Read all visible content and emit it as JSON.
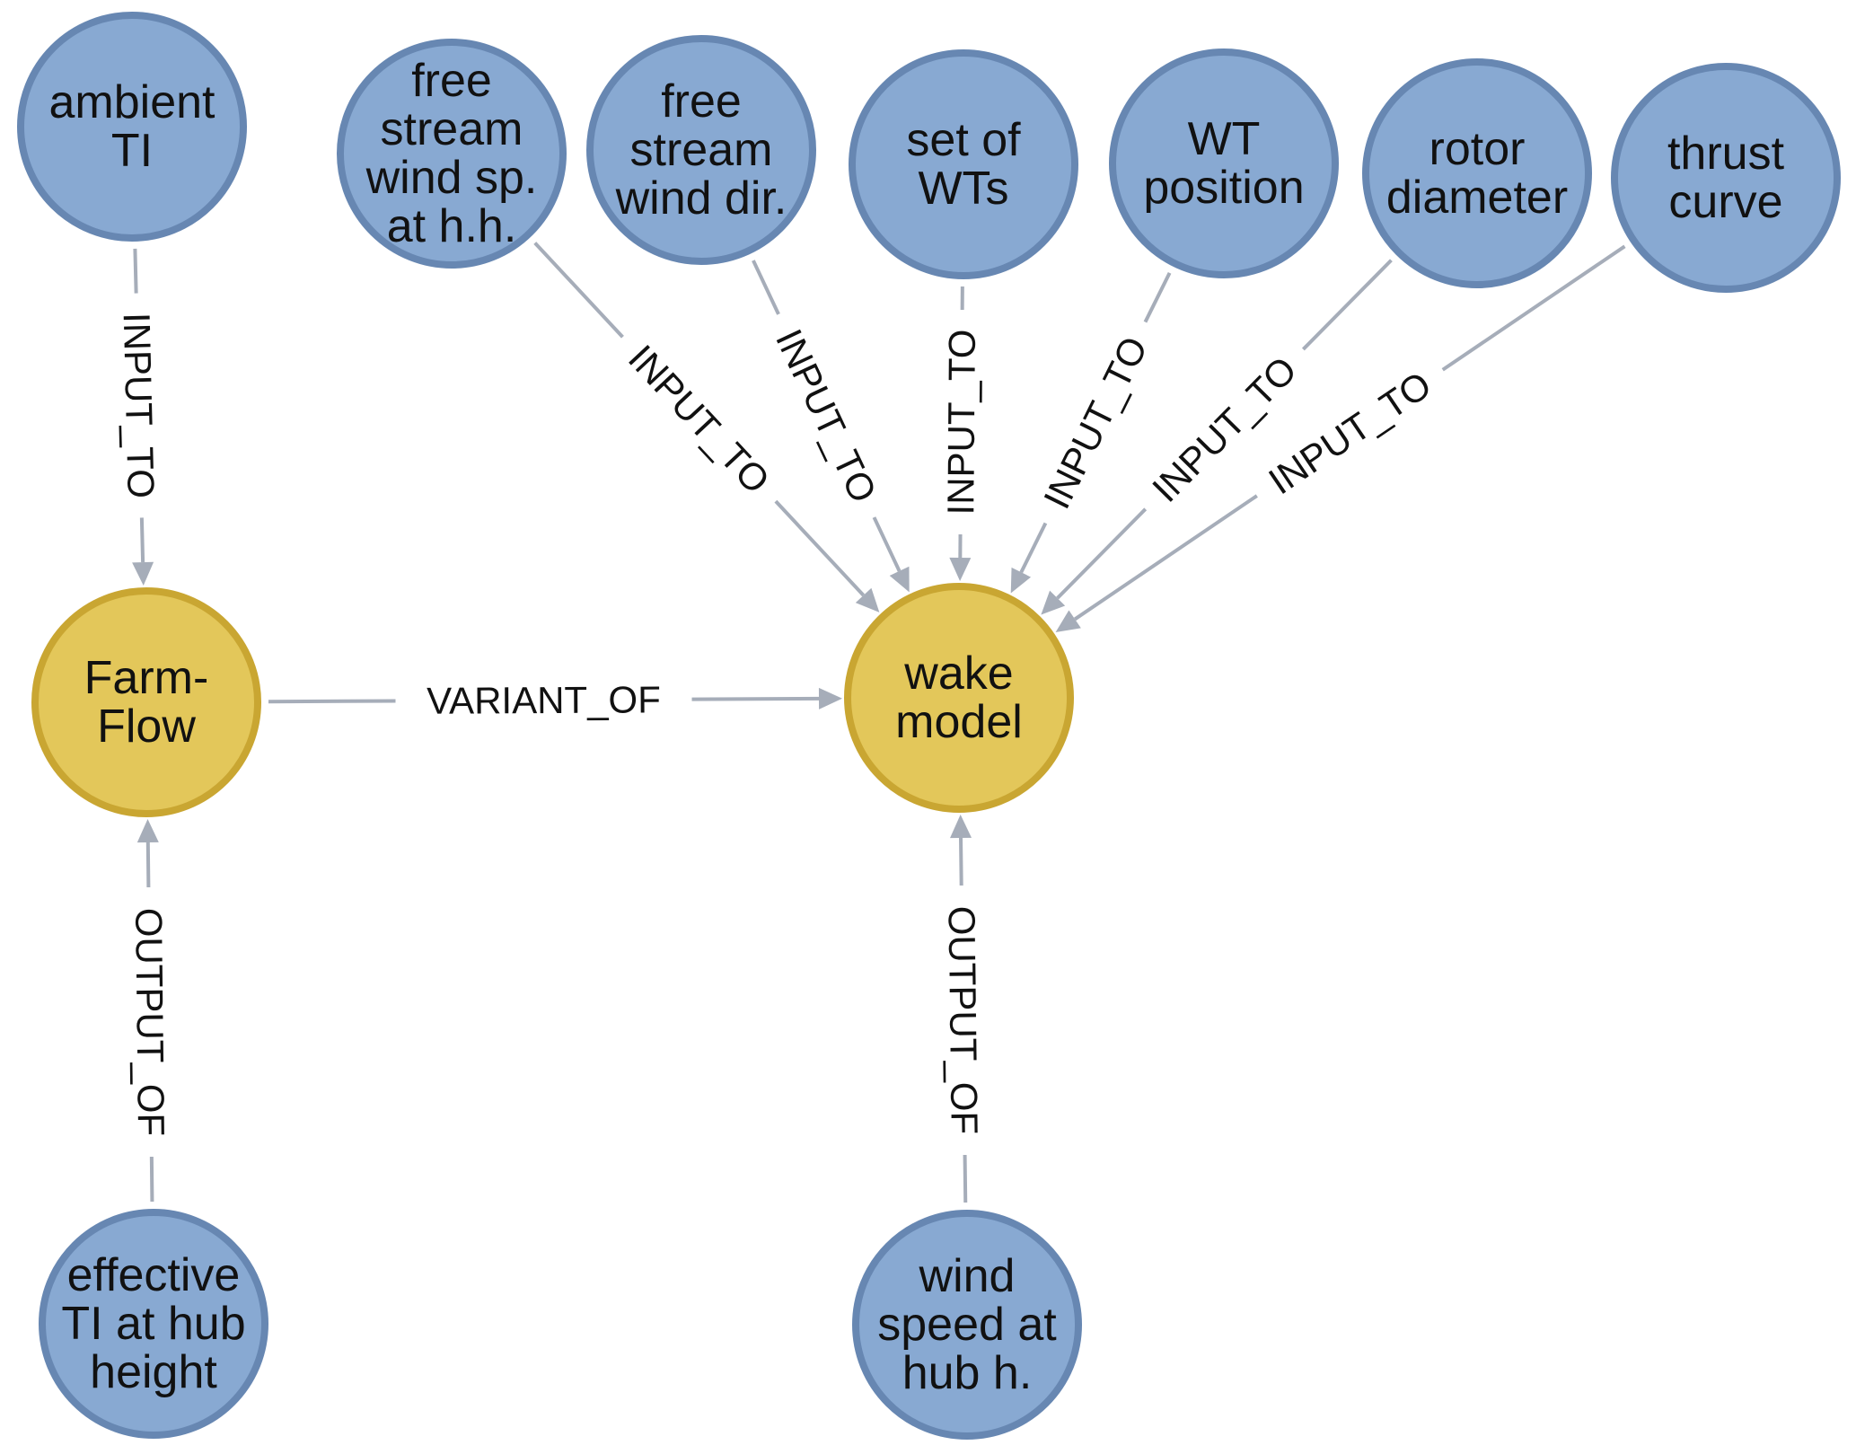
{
  "nodes": [
    {
      "id": "ambient_ti",
      "kind": "blue",
      "lines": [
        "ambient",
        "TI"
      ]
    },
    {
      "id": "free_stream_ws",
      "kind": "blue",
      "lines": [
        "free",
        "stream",
        "wind sp.",
        "at h.h."
      ]
    },
    {
      "id": "free_stream_wd",
      "kind": "blue",
      "lines": [
        "free",
        "stream",
        "wind dir."
      ]
    },
    {
      "id": "set_of_wts",
      "kind": "blue",
      "lines": [
        "set of",
        "WTs"
      ]
    },
    {
      "id": "wt_position",
      "kind": "blue",
      "lines": [
        "WT",
        "position"
      ]
    },
    {
      "id": "rotor_diameter",
      "kind": "blue",
      "lines": [
        "rotor",
        "diameter"
      ]
    },
    {
      "id": "thrust_curve",
      "kind": "blue",
      "lines": [
        "thrust",
        "curve"
      ]
    },
    {
      "id": "farm_flow",
      "kind": "gold",
      "lines": [
        "Farm-",
        "Flow"
      ]
    },
    {
      "id": "wake_model",
      "kind": "gold",
      "lines": [
        "wake",
        "model"
      ]
    },
    {
      "id": "effective_ti",
      "kind": "blue",
      "lines": [
        "effective",
        "TI at hub",
        "height"
      ]
    },
    {
      "id": "wind_speed_hub",
      "kind": "blue",
      "lines": [
        "wind",
        "speed at",
        "hub h."
      ]
    }
  ],
  "edges": [
    {
      "from": "ambient_ti",
      "to": "farm_flow",
      "label": "INPUT_TO"
    },
    {
      "from": "free_stream_ws",
      "to": "wake_model",
      "label": "INPUT_TO"
    },
    {
      "from": "free_stream_wd",
      "to": "wake_model",
      "label": "INPUT_TO"
    },
    {
      "from": "set_of_wts",
      "to": "wake_model",
      "label": "INPUT_TO"
    },
    {
      "from": "wt_position",
      "to": "wake_model",
      "label": "INPUT_TO"
    },
    {
      "from": "rotor_diameter",
      "to": "wake_model",
      "label": "INPUT_TO"
    },
    {
      "from": "thrust_curve",
      "to": "wake_model",
      "label": "INPUT_TO"
    },
    {
      "from": "farm_flow",
      "to": "wake_model",
      "label": "VARIANT_OF"
    },
    {
      "from": "effective_ti",
      "to": "farm_flow",
      "label": "OUTPUT_OF"
    },
    {
      "from": "wind_speed_hub",
      "to": "wake_model",
      "label": "OUTPUT_OF"
    }
  ],
  "colors": {
    "blue_fill": "#88a9d2",
    "blue_stroke": "#6787b2",
    "gold_fill": "#e3c75a",
    "gold_stroke": "#c9a632",
    "edge": "#a6adb9"
  }
}
